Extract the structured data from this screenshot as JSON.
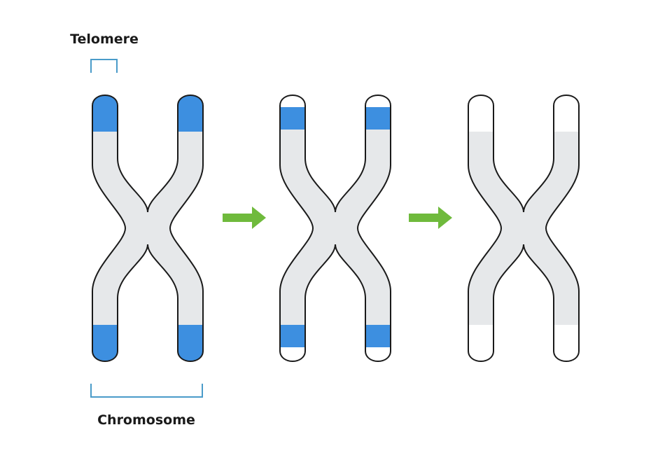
{
  "labels": {
    "telomere": "Telomere",
    "chromosome": "Chromosome"
  },
  "colors": {
    "telomere": "#3d8fe0",
    "chromatin": "#e6e8ea",
    "outline": "#1a1a1a",
    "arrow": "#6fba3c",
    "bracket": "#4a9bc9"
  },
  "stages": [
    {
      "name": "full-telomeres"
    },
    {
      "name": "shortened-telomeres"
    },
    {
      "name": "depleted-telomeres"
    }
  ]
}
